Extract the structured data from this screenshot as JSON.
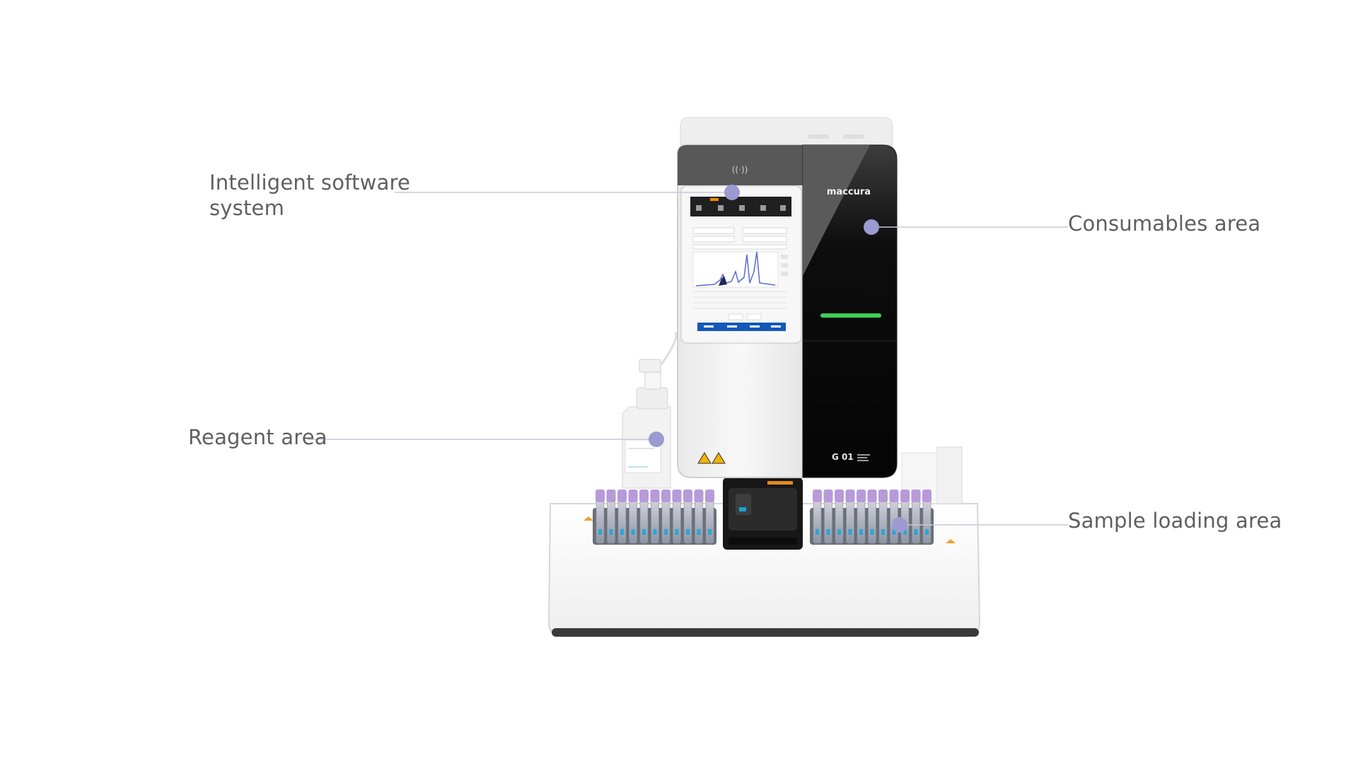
{
  "product": {
    "brand": "maccura",
    "model": "G 01"
  },
  "callouts": [
    {
      "id": "software",
      "label": "Intelligent software\nsystem"
    },
    {
      "id": "reagent",
      "label": "Reagent area"
    },
    {
      "id": "consumables",
      "label": "Consumables area"
    },
    {
      "id": "sample",
      "label": "Sample loading area"
    }
  ],
  "colors": {
    "label_text": "#5f5f5f",
    "leader_line": "#c9c9d6",
    "marker_dot": "#9c9ad0",
    "device_body": "#f4f4f4",
    "device_panel_dark": "#0b0b0b",
    "status_light": "#3ecf59",
    "tube_cap": "#b79ad8",
    "screen_bar": "#1458b8"
  }
}
